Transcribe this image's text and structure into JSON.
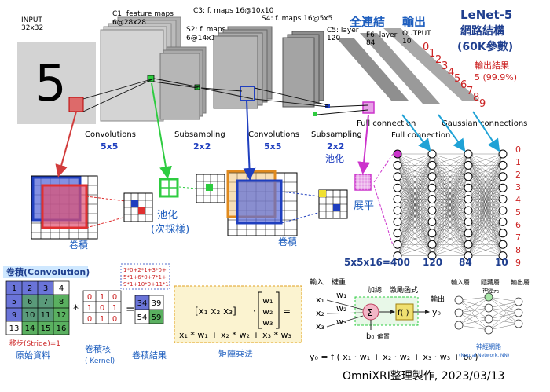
{
  "lenet": {
    "title": "LeNet-5",
    "subtitle": "網路結構",
    "params": "(60K參數)",
    "output_result_label": "輸出結果",
    "output_result_value": "5 (99.9%)",
    "fc_label": "全連結",
    "output_label": "輸出",
    "input_label": "INPUT",
    "input_size": "32x32",
    "input_digit": "5",
    "c1_label": "C1: feature maps",
    "c1_size": "6@28x28",
    "s2_label": "S2: f. maps",
    "s2_size": "6@14x14",
    "c3_label": "C3: f. maps 16@10x10",
    "s4_label": "S4: f. maps 16@5x5",
    "c5_label": "C5: layer",
    "c5_size": "120",
    "f6_label": "F6: layer",
    "f6_size": "84",
    "out_label": "OUTPUT",
    "out_size": "10",
    "out_digits": [
      "0",
      "1",
      "2",
      "3",
      "4",
      "5",
      "6",
      "7",
      "8",
      "9"
    ],
    "op_convolutions": "Convolutions",
    "op_subsampling": "Subsampling",
    "op_full": "Full connection",
    "op_gaussian": "Gaussian connections",
    "k5": "5x5",
    "k2": "2x2",
    "pool_cn": "池化",
    "conv_cn": "卷積",
    "pool_sub_cn": "(次採樣)",
    "flatten_cn": "展平",
    "layer_sizes": [
      "5x5x16=400",
      "120",
      "84",
      "10"
    ]
  },
  "conv_panel": {
    "title": "卷積(Convolution)",
    "input_grid": [
      [
        "1",
        "2",
        "3",
        "4"
      ],
      [
        "5",
        "6",
        "7",
        "8"
      ],
      [
        "9",
        "10",
        "11",
        "12"
      ],
      [
        "13",
        "14",
        "15",
        "16"
      ]
    ],
    "stride": "移步(Stride)=1",
    "source_label": "原始資料",
    "multiply": "*",
    "kernel": [
      [
        "0",
        "1",
        "0"
      ],
      [
        "1",
        "0",
        "1"
      ],
      [
        "0",
        "1",
        "0"
      ]
    ],
    "kernel_label": "卷積核",
    "kernel_sub": "( Kernel)",
    "equals": "=",
    "calc_lines": [
      "1*0+2*1+3*0+",
      "5*1+6*0+7*1+",
      "9*1+10*0+11*1"
    ],
    "result": [
      [
        "34",
        "39"
      ],
      [
        "54",
        "59"
      ]
    ],
    "result_label": "卷積結果"
  },
  "matrix_panel": {
    "row_vec": "[x₁  x₂  x₃]",
    "dot": "·",
    "col_vec": [
      "w₁",
      "w₂",
      "w₃"
    ],
    "eq": "=",
    "expansion": "x₁ * w₁ + x₂ * w₂ + x₃ * w₃",
    "label": "矩陣乘法"
  },
  "neuron_panel": {
    "input_label": "輸入",
    "weight_label": "權重",
    "sum_label": "加總",
    "act_label": "激勵函式",
    "output_label": "輸出",
    "inputs": [
      "x₁",
      "x₂",
      "x₃"
    ],
    "weights": [
      "w₁",
      "w₂",
      "w₃"
    ],
    "sum_symbol": "Σ",
    "func": "f( )",
    "y_out": "y₀",
    "bias": "b₀",
    "bias_label": "偏置",
    "formula": "y₀ = f ( x₁ · w₁ + x₂ · w₂ + x₃ · w₃ + b₀ )"
  },
  "nn_panel": {
    "input_layer": "輸入層",
    "hidden_layer": "隱藏層",
    "output_layer": "輸出層",
    "neuron_label": "神經元",
    "net_label": "神經網路",
    "net_sub": "(Neural Network, NN)"
  },
  "footer": "OmniXRI整理製作, 2023/03/13",
  "colors": {
    "blue": "#1f5fbf",
    "red": "#c0392b",
    "green": "#2ecc40",
    "magenta": "#cc33cc",
    "orange": "#e08a1e",
    "cyan": "#1fa2d6",
    "gray_map": "#a9a9a9"
  }
}
